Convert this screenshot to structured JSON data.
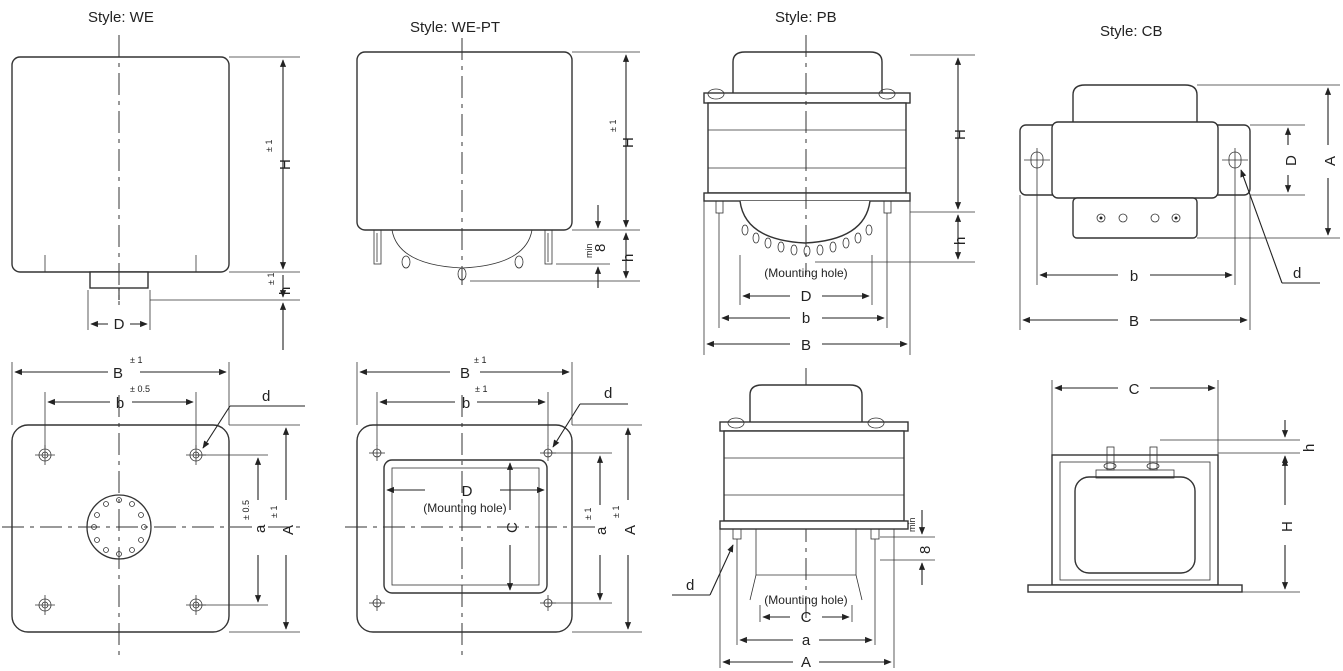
{
  "styles": {
    "we": {
      "title": "Style: WE"
    },
    "we_pt": {
      "title": "Style: WE-PT"
    },
    "pb": {
      "title": "Style: PB"
    },
    "cb": {
      "title": "Style: CB"
    }
  },
  "dims": {
    "H": "H",
    "h": "h",
    "D": "D",
    "B": "B",
    "b": "b",
    "A": "A",
    "a": "a",
    "C": "C",
    "d": "d"
  },
  "tolerances": {
    "pm1": "± 1",
    "pm05": "± 0.5"
  },
  "min_label": "min",
  "min_value": "8",
  "mounting_hole": "(Mounting hole)",
  "colors": {
    "line": "#222222",
    "fill_gray": "#e6e6e6"
  }
}
